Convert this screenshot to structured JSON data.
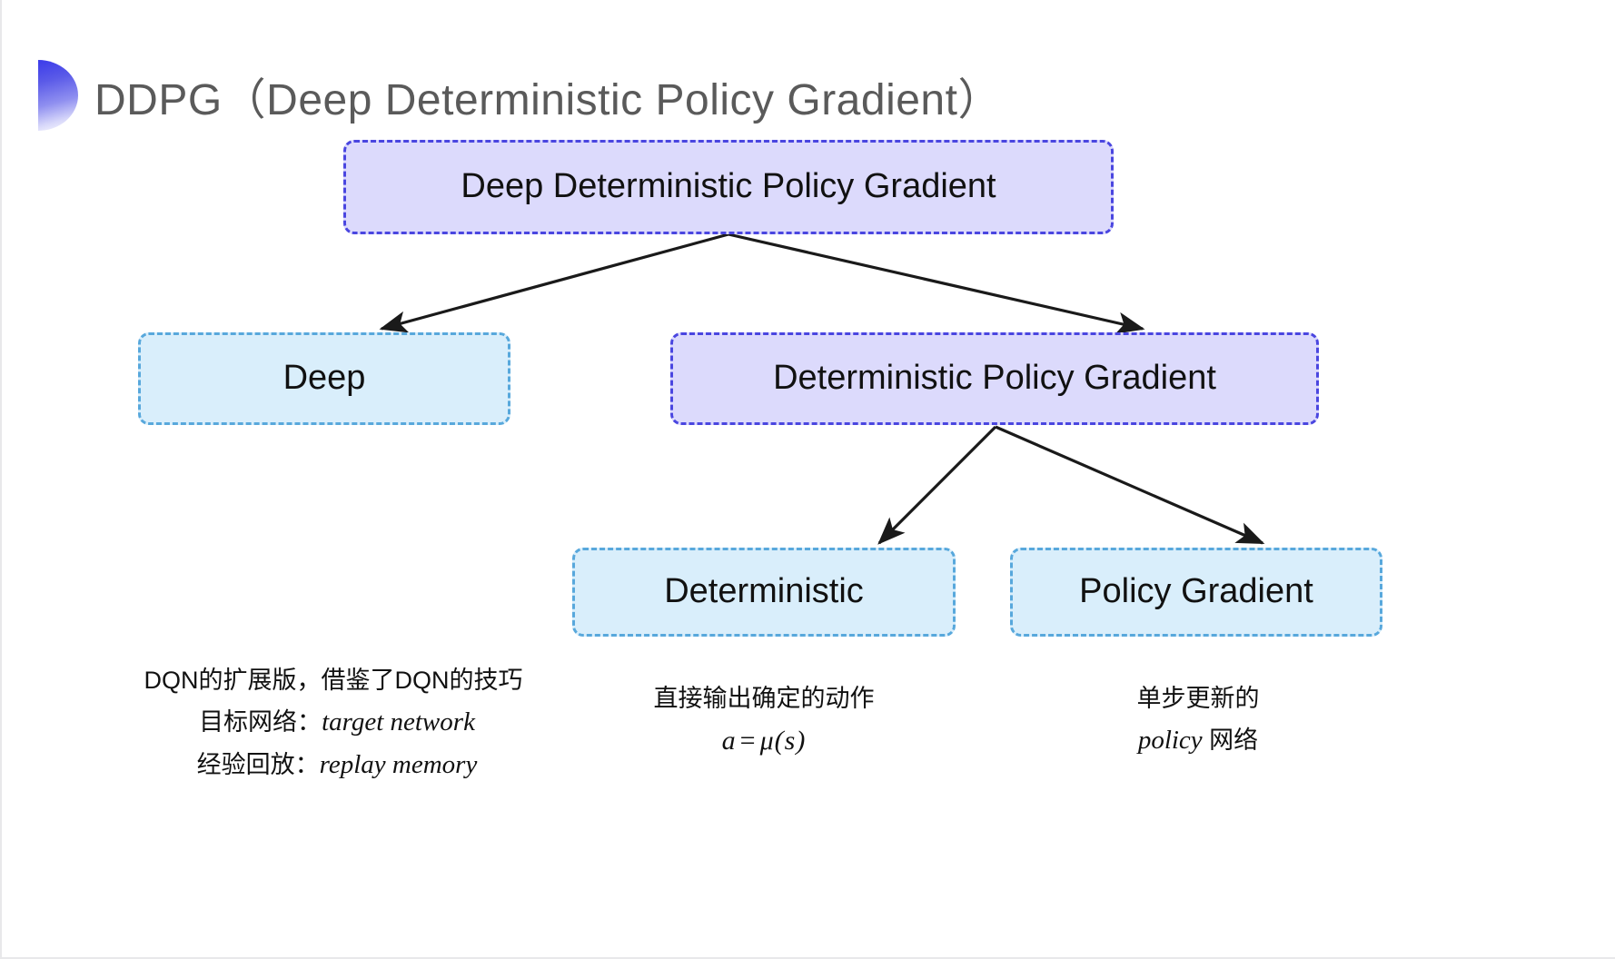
{
  "slide": {
    "title": "DDPG（Deep Deterministic Policy Gradient）",
    "bullet_icon": "gradient-half-circle-icon",
    "background_color": "#ffffff",
    "title_color": "#5a5a5a"
  },
  "palette": {
    "purple_fill": "#dcdafc",
    "purple_border": "#4a46e0",
    "cyan_fill": "#d9eefb",
    "cyan_border": "#58a8dc",
    "arrow_color": "#1a1a1a",
    "text_color": "#111111"
  },
  "diagram": {
    "type": "tree",
    "nodes": [
      {
        "id": "root",
        "label": "Deep Deterministic Policy Gradient",
        "style": "purple",
        "level": 0
      },
      {
        "id": "deep",
        "label": "Deep",
        "style": "cyan",
        "level": 1
      },
      {
        "id": "dpg",
        "label": "Deterministic Policy Gradient",
        "style": "purple",
        "level": 1
      },
      {
        "id": "det",
        "label": "Deterministic",
        "style": "cyan",
        "level": 2
      },
      {
        "id": "pg",
        "label": "Policy Gradient",
        "style": "cyan",
        "level": 2
      }
    ],
    "edges": [
      {
        "from": "root",
        "to": "deep",
        "arrow": "end"
      },
      {
        "from": "root",
        "to": "dpg",
        "arrow": "end"
      },
      {
        "from": "dpg",
        "to": "det",
        "arrow": "end"
      },
      {
        "from": "dpg",
        "to": "pg",
        "arrow": "end"
      }
    ]
  },
  "annotations": {
    "deep": {
      "line1": "DQN的扩展版，借鉴了DQN的技巧",
      "line2_label": "目标网络：",
      "line2_term": "target network",
      "line3_label": "经验回放：",
      "line3_term": "replay memory"
    },
    "deterministic": {
      "line1": "直接输出确定的动作",
      "formula_lhs": "a",
      "formula_op": "=",
      "formula_rhs": "μ(s)"
    },
    "policy_gradient": {
      "line1": "单步更新的",
      "line2_term": "policy",
      "line2_suffix": " 网络"
    }
  }
}
